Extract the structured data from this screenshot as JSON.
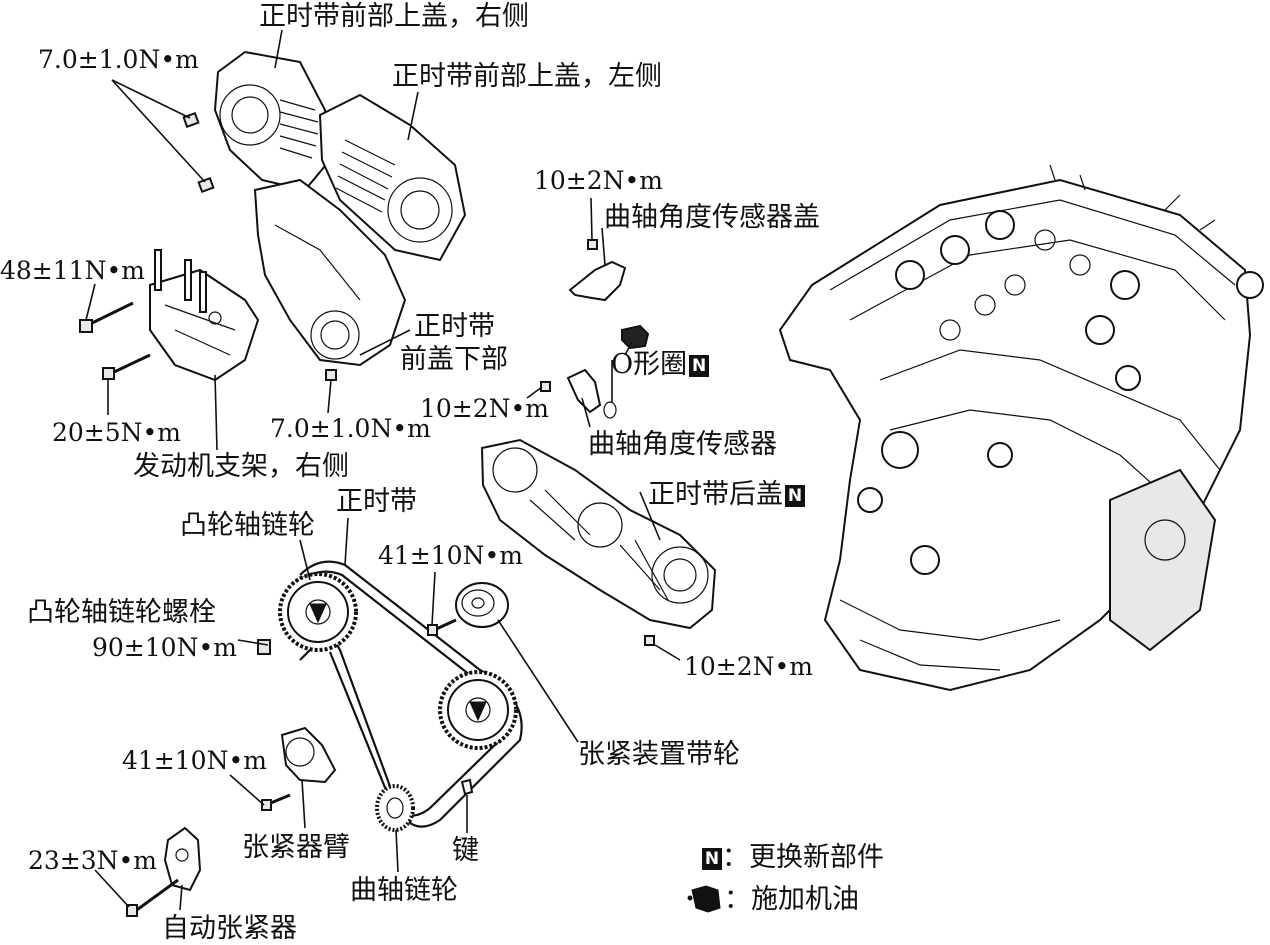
{
  "labels": {
    "cover_upper_right": "正时带前部上盖，右侧",
    "cover_upper_left": "正时带前部上盖，左侧",
    "torque_cover_bolts": "7.0±1.0N•m",
    "torque_sensor_cover": "10±2N•m",
    "sensor_cover": "曲轴角度传感器盖",
    "torque_mount_upper": "48±11N•m",
    "cover_lower_line1": "正时带",
    "cover_lower_line2": "前盖下部",
    "o_ring": "O形圈",
    "torque_sensor": "10±2N•m",
    "sensor": "曲轴角度传感器",
    "torque_mount_lower": "20±5N•m",
    "torque_lower_cover": "7.0±1.0N•m",
    "engine_mount": "发动机支架，右侧",
    "rear_cover": "正时带后盖",
    "timing_belt": "正时带",
    "camshaft_pulley": "凸轮轴链轮",
    "torque_idler": "41±10N•m",
    "camshaft_bolt": "凸轮轴链轮螺栓",
    "torque_camshaft_bolt": "90±10N•m",
    "torque_rear_cover": "10±2N•m",
    "tensioner_pulley": "张紧装置带轮",
    "torque_tensioner_arm": "41±10N•m",
    "tensioner_arm": "张紧器臂",
    "key": "键",
    "torque_auto_tensioner": "23±3N•m",
    "crankshaft_pulley": "曲轴链轮",
    "auto_tensioner": "自动张紧器"
  },
  "legend": {
    "new_part_symbol": "N",
    "new_part_text": "：更换新部件",
    "oil_text": "：施加机油"
  },
  "colors": {
    "ink": "#111111",
    "background": "#ffffff",
    "shade": "#e8e8e8"
  }
}
